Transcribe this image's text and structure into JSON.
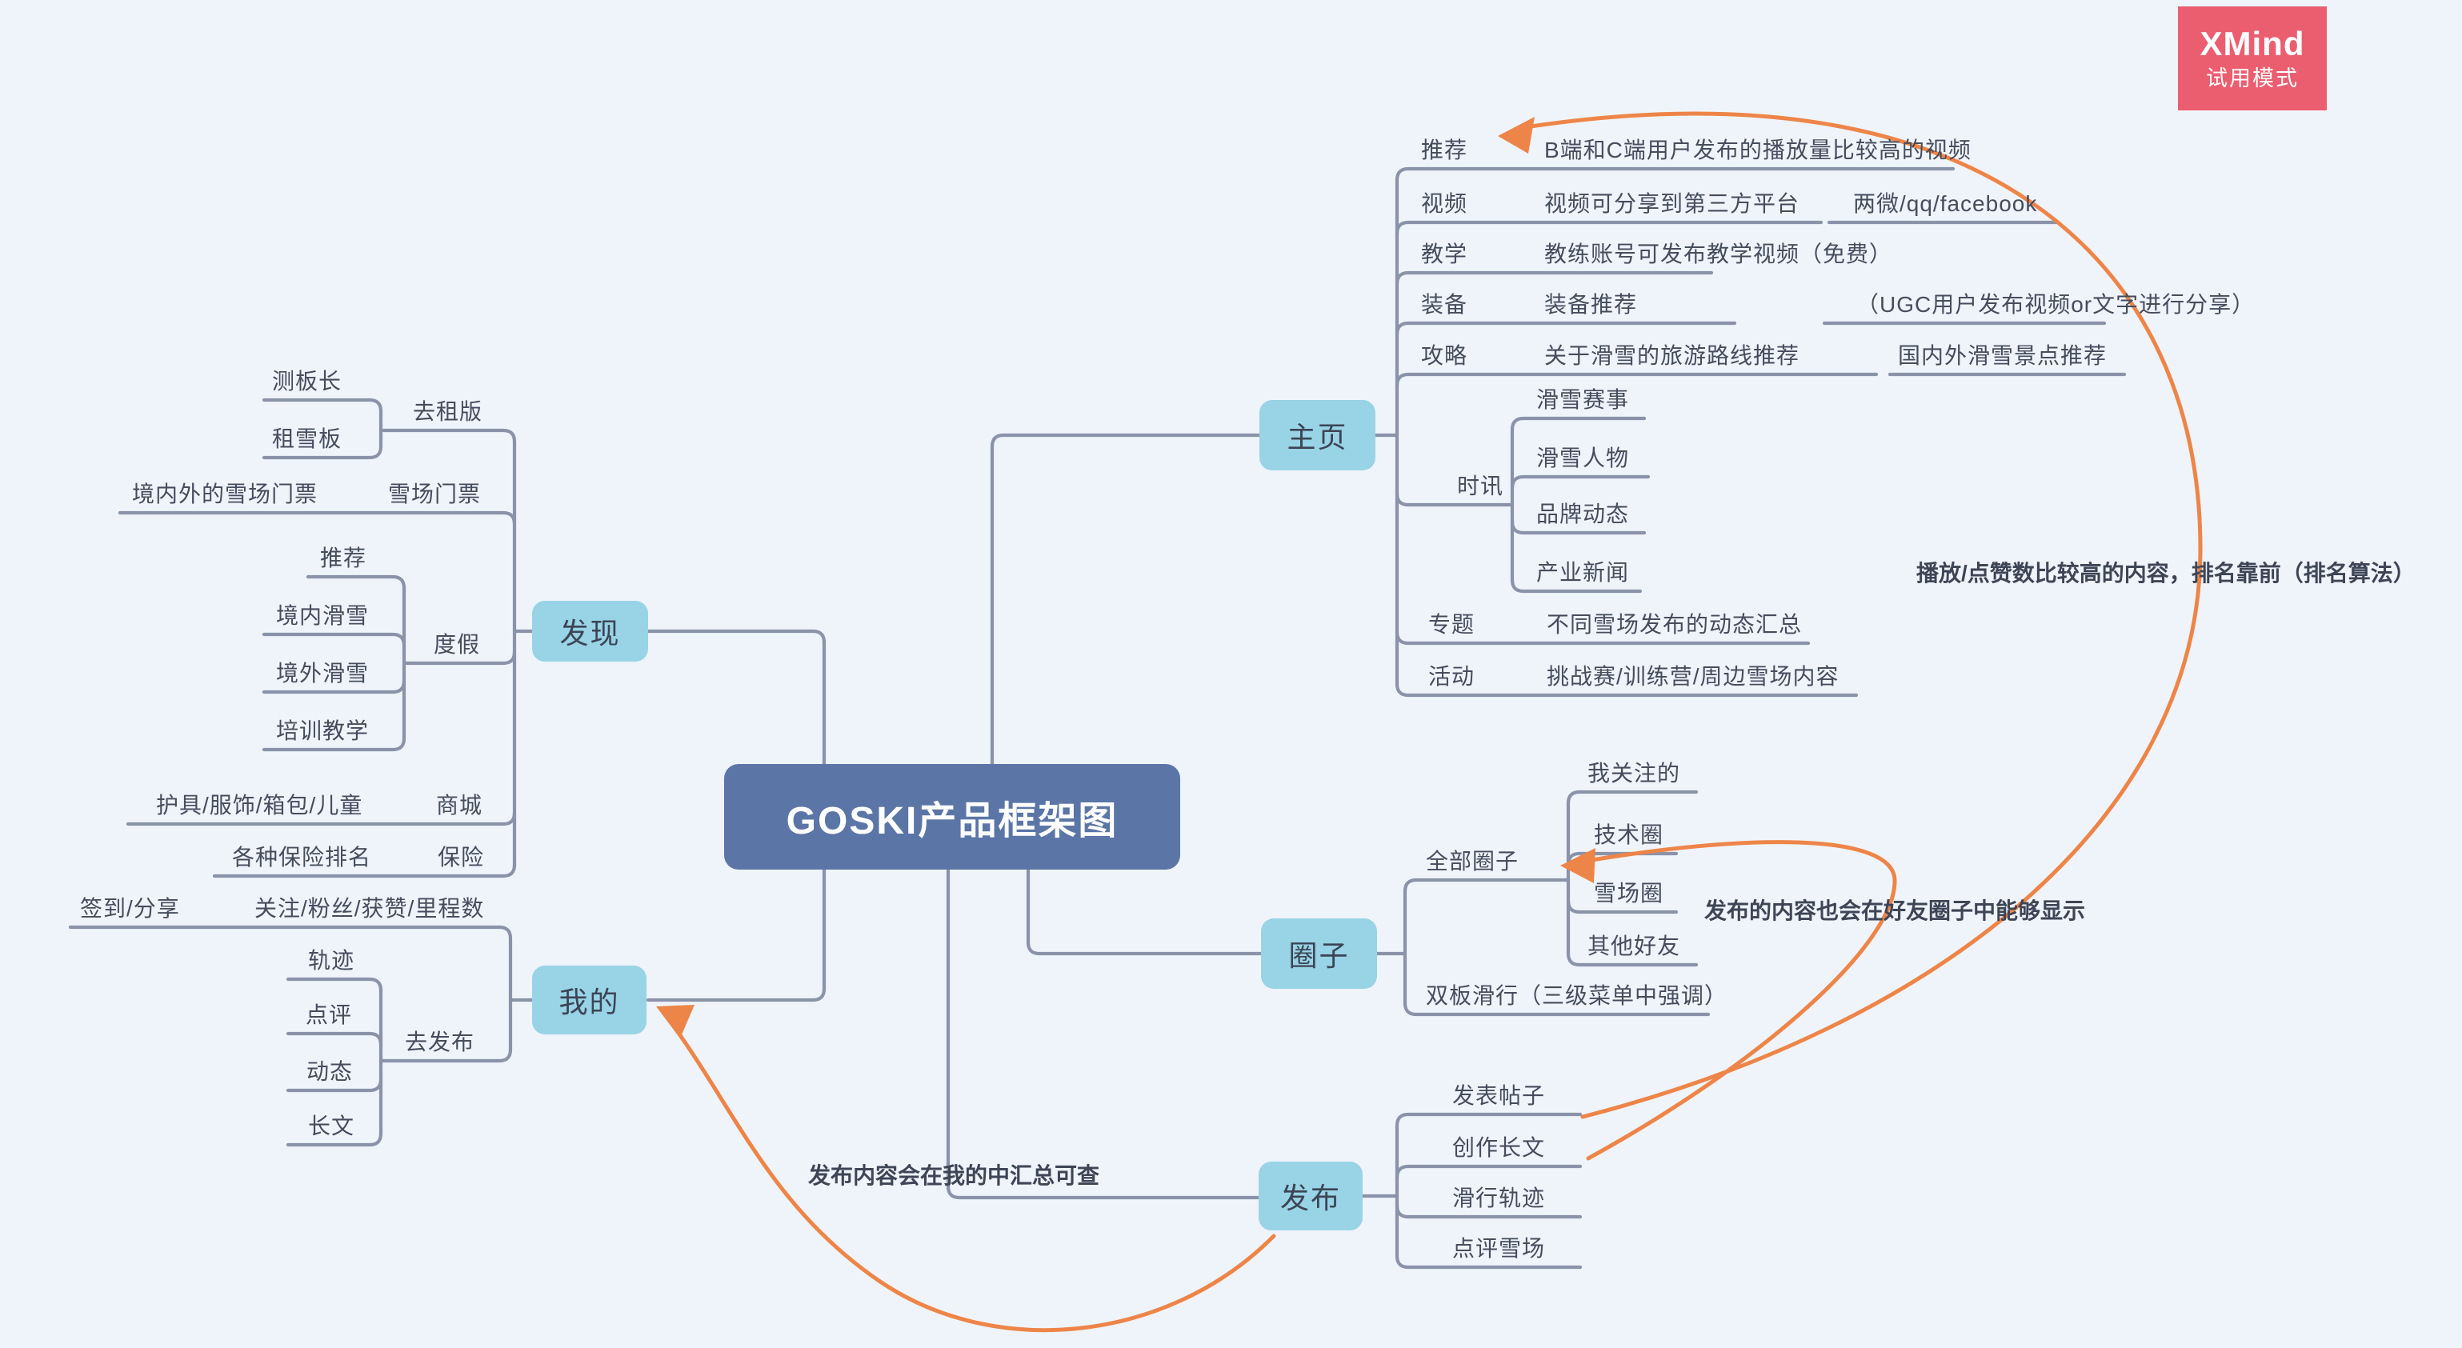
{
  "root": {
    "title": "GOSKI产品框架图"
  },
  "watermark": {
    "brand": "XMind",
    "mode": "试用模式"
  },
  "colors": {
    "background": "#eff4fa",
    "branch_line": "#8a93a8",
    "topic_fill": "#98d3e6",
    "root_fill": "#5b76a6",
    "accent_orange": "#ee8548",
    "watermark_red": "#eb5e70"
  },
  "home": {
    "label": "主页",
    "recommend": {
      "label": "推荐",
      "desc": "B端和C端用户发布的播放量比较高的视频"
    },
    "video": {
      "label": "视频",
      "desc": "视频可分享到第三方平台",
      "note": "两微/qq/facebook"
    },
    "teach": {
      "label": "教学",
      "desc": "教练账号可发布教学视频（免费）"
    },
    "gear": {
      "label": "装备",
      "desc": "装备推荐",
      "note": "（UGC用户发布视频or文字进行分享）"
    },
    "guide": {
      "label": "攻略",
      "desc": "关于滑雪的旅游路线推荐",
      "note": "国内外滑雪景点推荐"
    },
    "news": {
      "label": "时讯",
      "items": [
        "滑雪赛事",
        "滑雪人物",
        "品牌动态",
        "产业新闻"
      ]
    },
    "topic": {
      "label": "专题",
      "desc": "不同雪场发布的动态汇总"
    },
    "activity": {
      "label": "活动",
      "desc": "挑战赛/训练营/周边雪场内容"
    }
  },
  "circles": {
    "label": "圈子",
    "all": {
      "label": "全部圈子",
      "items": [
        "我关注的",
        "技术圈",
        "雪场圈",
        "其他好友"
      ]
    },
    "double": {
      "label": "双板滑行（三级菜单中强调）"
    }
  },
  "publish": {
    "label": "发布",
    "items": [
      "发表帖子",
      "创作长文",
      "滑行轨迹",
      "点评雪场"
    ]
  },
  "discover": {
    "label": "发现",
    "rent": {
      "label": "去租版",
      "items": [
        "测板长",
        "租雪板"
      ]
    },
    "ticket": {
      "label": "雪场门票",
      "child": "境内外的雪场门票"
    },
    "vacation": {
      "label": "度假",
      "items": [
        "推荐",
        "境内滑雪",
        "境外滑雪",
        "培训教学"
      ]
    },
    "mall": {
      "label": "商城",
      "child": "护具/服饰/箱包/儿童"
    },
    "insurance": {
      "label": "保险",
      "child": "各种保险排名"
    }
  },
  "mine": {
    "label": "我的",
    "stats": {
      "label": "关注/粉丝/获赞/里程数",
      "child": "签到/分享"
    },
    "publish": {
      "label": "去发布",
      "items": [
        "轨迹",
        "点评",
        "动态",
        "长文"
      ]
    }
  },
  "annotations": {
    "ranking": "播放/点赞数比较高的内容，排名靠前（排名算法）",
    "circle_display": "发布的内容也会在好友圈子中能够显示",
    "mine_summary": "发布内容会在我的中汇总可查"
  }
}
